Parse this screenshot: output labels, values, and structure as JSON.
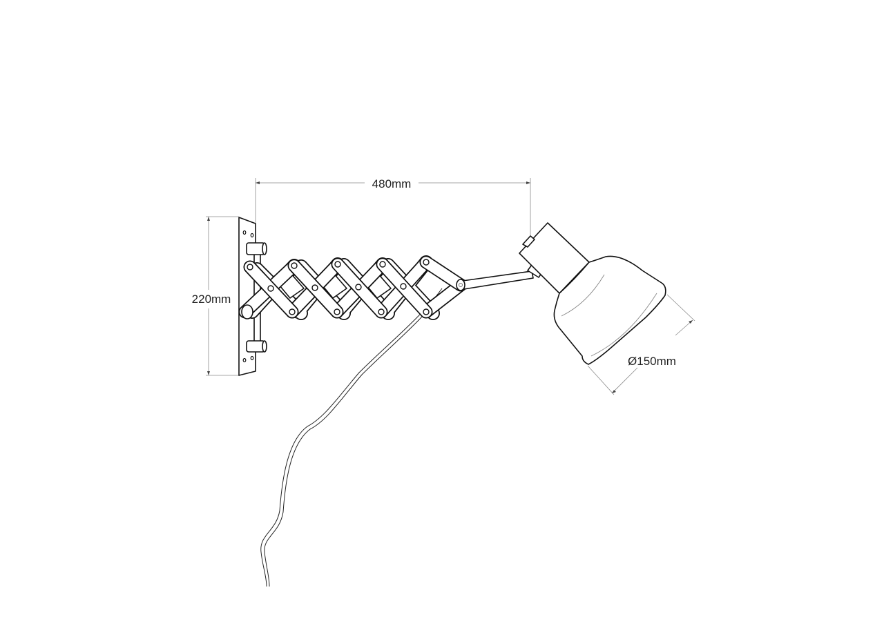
{
  "title": "Scissor wall lamp dimension drawing",
  "dimensions": {
    "reach": "480mm",
    "plate_height": "220mm",
    "shade_diameter": "Ø150mm"
  },
  "colors": {
    "line": "#111111",
    "dimension": "#8a8a8a",
    "background": "#ffffff"
  }
}
